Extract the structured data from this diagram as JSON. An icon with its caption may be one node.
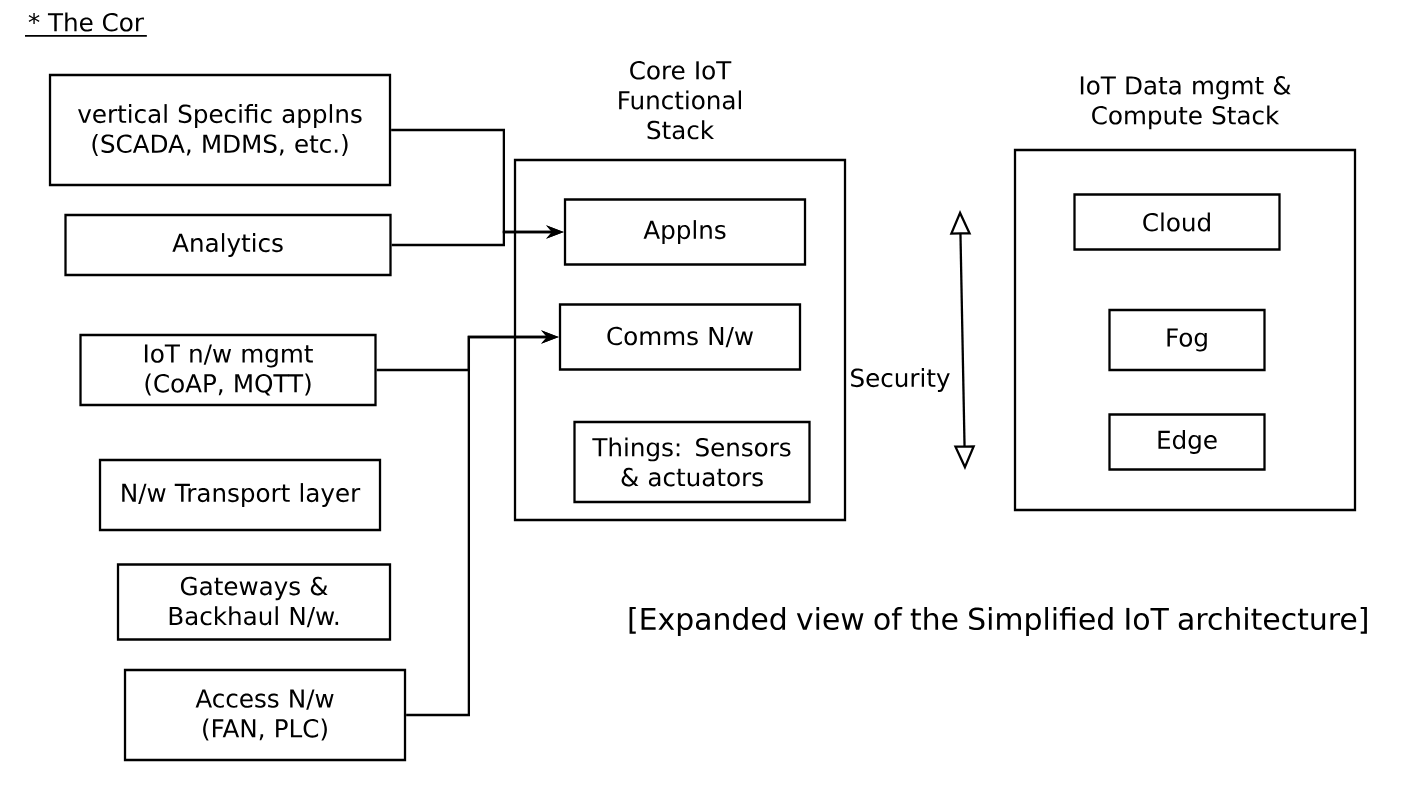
{
  "diagram": {
    "caption": "[Expanded view of the Simplified IoT architecture]",
    "nodes": [
      {
        "text": [
          "vertical Specific applns (SCADA, MDMS, etc.)"
        ]
      },
      {
        "text": [
          "Analytics"
        ]
      },
      {
        "text": [
          "IoT n/w mgmt (CoAP, MQTT)"
        ]
      },
      {
        "text": [
          "N/w Transport layer"
        ]
      },
      {
        "text": [
          "Gateways & Backhaul N/w."
        ]
      },
      {
        "text": [
          "Access N/w (FAN, PLC)"
        ]
      },
      {
        "text": [
          "Core IoT Functional Stack"
        ]
      },
      {
        "text": [
          "Applns"
        ],
        "in": 6
      },
      {
        "text": [
          "Comms N/w"
        ],
        "in": 6
      },
      {
        "text": [
          "Things: Sensors & actuators"
        ],
        "in": 6
      },
      {
        "text": [
          "IoT Data mgmt & Compute Stack"
        ]
      },
      {
        "text": [
          "Cloud"
        ],
        "in": 10
      },
      {
        "text": [
          "Fog"
        ],
        "in": 10
      },
      {
        "text": [
          "Edge"
        ],
        "in": 10
      }
    ],
    "edges": [
      {
        "from": 0,
        "to": 7,
        "arrow": "to"
      },
      {
        "from": 1,
        "to": 7,
        "arrow": "to"
      },
      {
        "from": 2,
        "to": 8,
        "arrow": "to"
      },
      {
        "from": 5,
        "to": 8,
        "arrow": "to"
      }
    ],
    "labels": [
      "* The Cor",
      "Security"
    ]
  }
}
